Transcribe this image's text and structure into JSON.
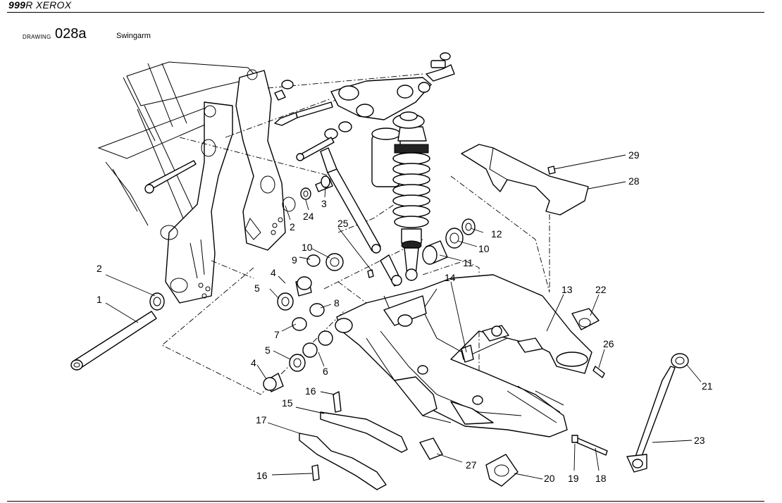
{
  "header": {
    "model": "999",
    "variant": "R XEROX"
  },
  "drawing": {
    "label": "DRAWING",
    "number": "028a",
    "title": "Swingarm"
  },
  "callouts": {
    "c1": "1",
    "c2a": "2",
    "c2b": "2",
    "c3": "3",
    "c4a": "4",
    "c4b": "4",
    "c5a": "5",
    "c5b": "5",
    "c6": "6",
    "c7": "7",
    "c8": "8",
    "c9": "9",
    "c10a": "10",
    "c10b": "10",
    "c11": "11",
    "c12": "12",
    "c13": "13",
    "c14": "14",
    "c15": "15",
    "c16a": "16",
    "c16b": "16",
    "c17": "17",
    "c18": "18",
    "c19": "19",
    "c20": "20",
    "c21": "21",
    "c22": "22",
    "c23": "23",
    "c24": "24",
    "c25": "25",
    "c26": "26",
    "c27": "27",
    "c28": "28",
    "c29": "29"
  }
}
